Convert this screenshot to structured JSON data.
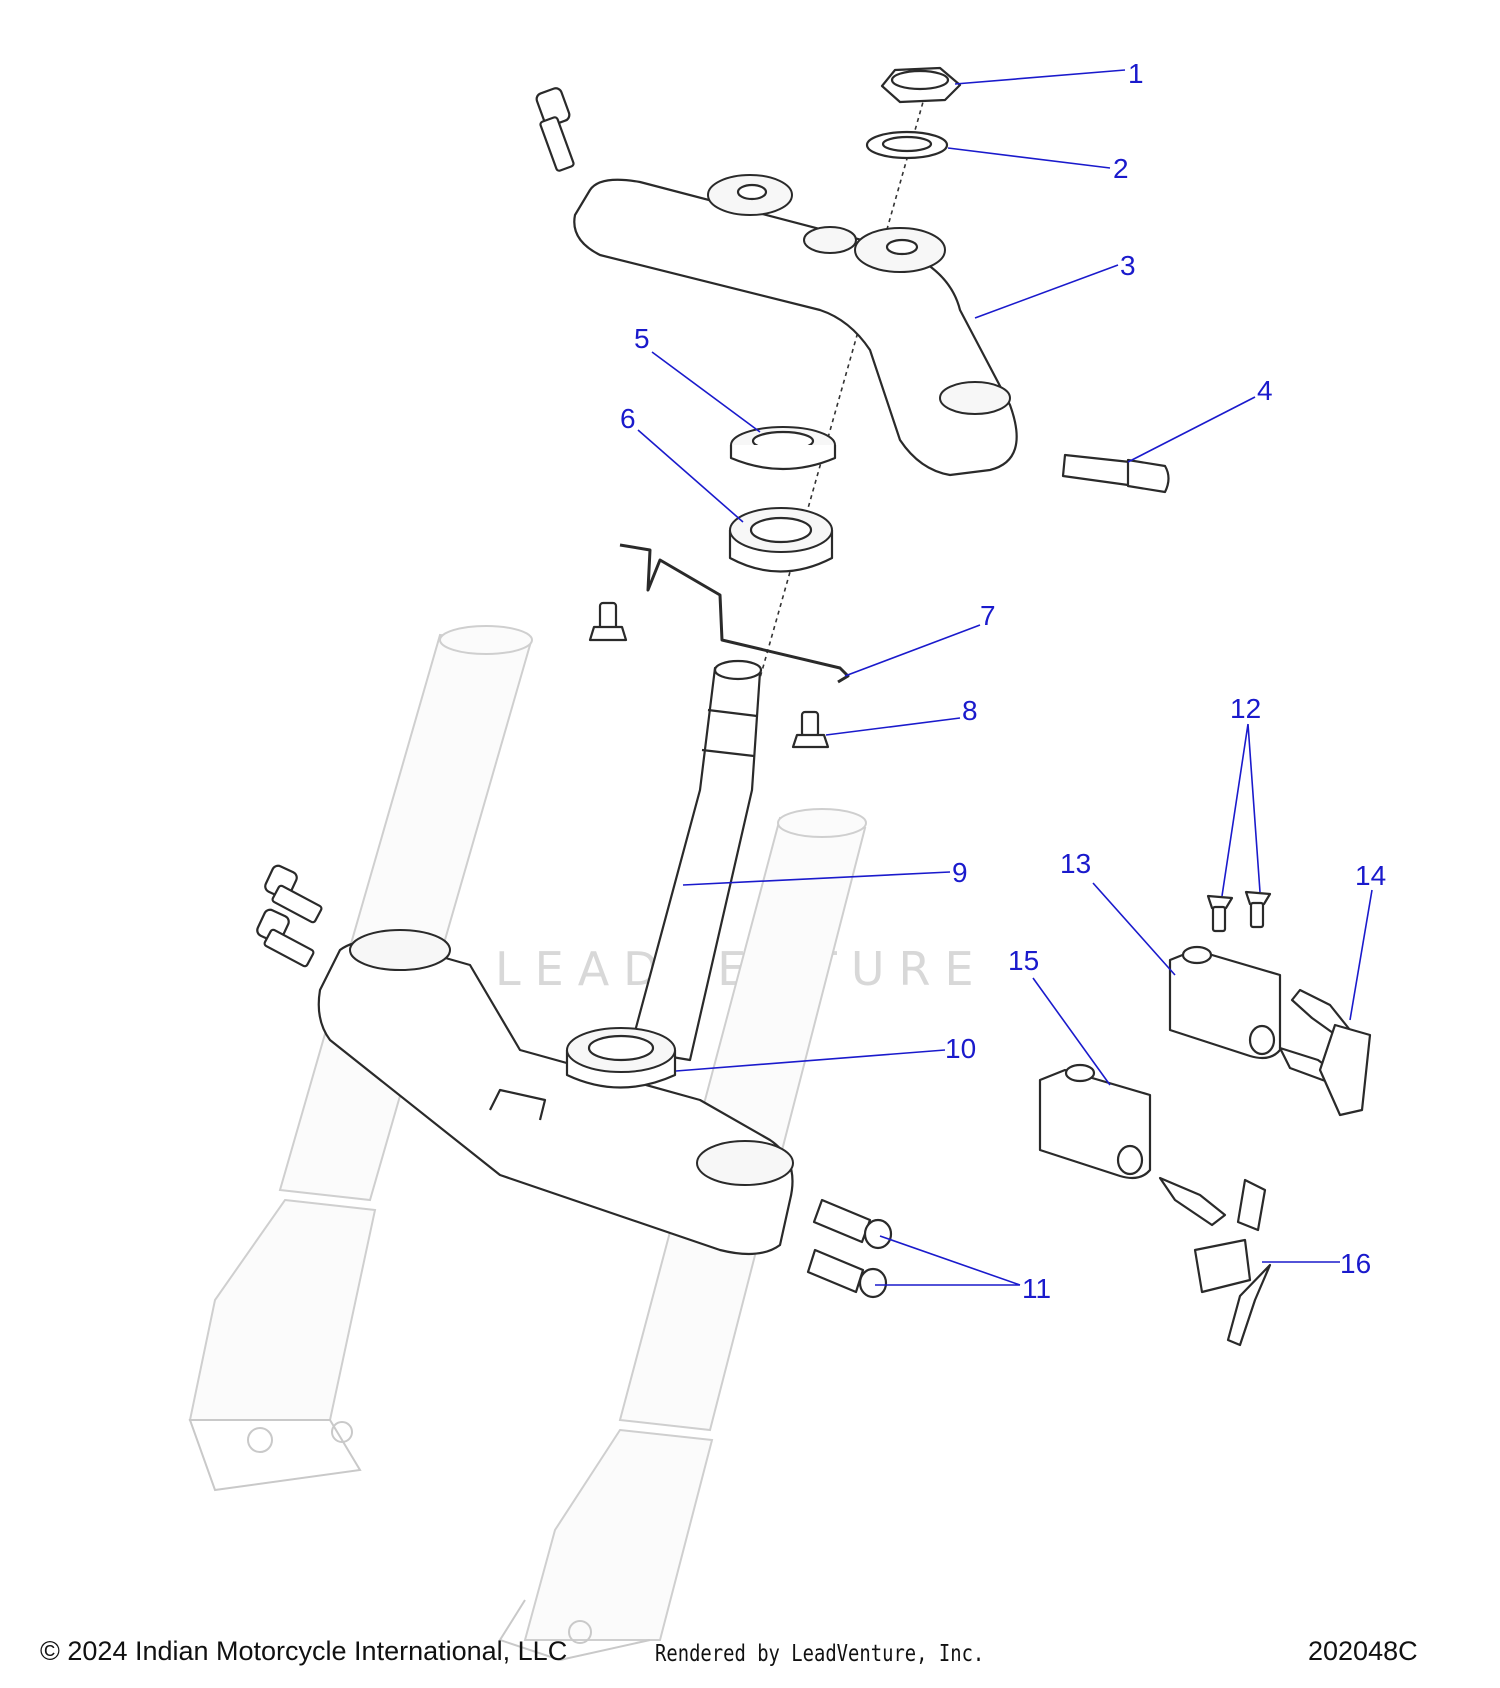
{
  "diagram": {
    "watermark": "LEADVENTURE",
    "callouts": [
      {
        "id": "1",
        "label": "1"
      },
      {
        "id": "2",
        "label": "2"
      },
      {
        "id": "3",
        "label": "3"
      },
      {
        "id": "4",
        "label": "4"
      },
      {
        "id": "5",
        "label": "5"
      },
      {
        "id": "6",
        "label": "6"
      },
      {
        "id": "7",
        "label": "7"
      },
      {
        "id": "8",
        "label": "8"
      },
      {
        "id": "9",
        "label": "9"
      },
      {
        "id": "10",
        "label": "10"
      },
      {
        "id": "11",
        "label": "11"
      },
      {
        "id": "12",
        "label": "12"
      },
      {
        "id": "13",
        "label": "13"
      },
      {
        "id": "14",
        "label": "14"
      },
      {
        "id": "15",
        "label": "15"
      },
      {
        "id": "16",
        "label": "16"
      }
    ]
  },
  "footer": {
    "copyright": "© 2024 Indian Motorcycle International, LLC",
    "rendered_by": "Rendered by LeadVenture, Inc.",
    "drawing_number": "202048C"
  },
  "colors": {
    "callout": "#1a1acc",
    "line": "#2a2a2a",
    "ghost": "#c9c9c9"
  }
}
